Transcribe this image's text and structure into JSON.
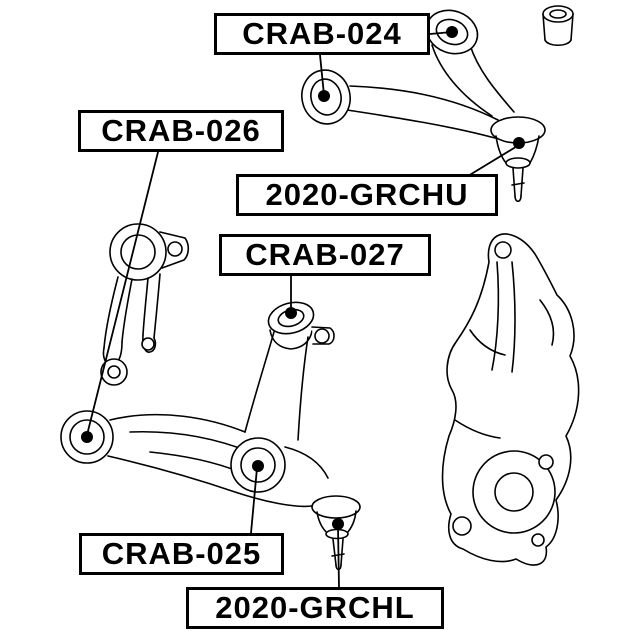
{
  "diagram": {
    "type": "exploded-parts-diagram",
    "colors": {
      "background": "#ffffff",
      "line": "#000000",
      "label_border": "#000000",
      "label_background": "#ffffff"
    },
    "labels": {
      "crab024": {
        "text": "CRAB-024"
      },
      "crab026": {
        "text": "CRAB-026"
      },
      "grchu": {
        "text": "2020-GRCHU"
      },
      "crab027": {
        "text": "CRAB-027"
      },
      "crab025": {
        "text": "CRAB-025"
      },
      "grchl": {
        "text": "2020-GRCHL"
      }
    },
    "callouts": [
      {
        "label": "CRAB-024",
        "points_to": "upper control arm bushings"
      },
      {
        "label": "CRAB-026",
        "points_to": "lower arm front bushing"
      },
      {
        "label": "2020-GRCHU",
        "points_to": "upper ball joint"
      },
      {
        "label": "CRAB-027",
        "points_to": "lower arm vertical bushing"
      },
      {
        "label": "CRAB-025",
        "points_to": "lower arm rear bushing"
      },
      {
        "label": "2020-GRCHL",
        "points_to": "lower ball joint"
      }
    ]
  }
}
